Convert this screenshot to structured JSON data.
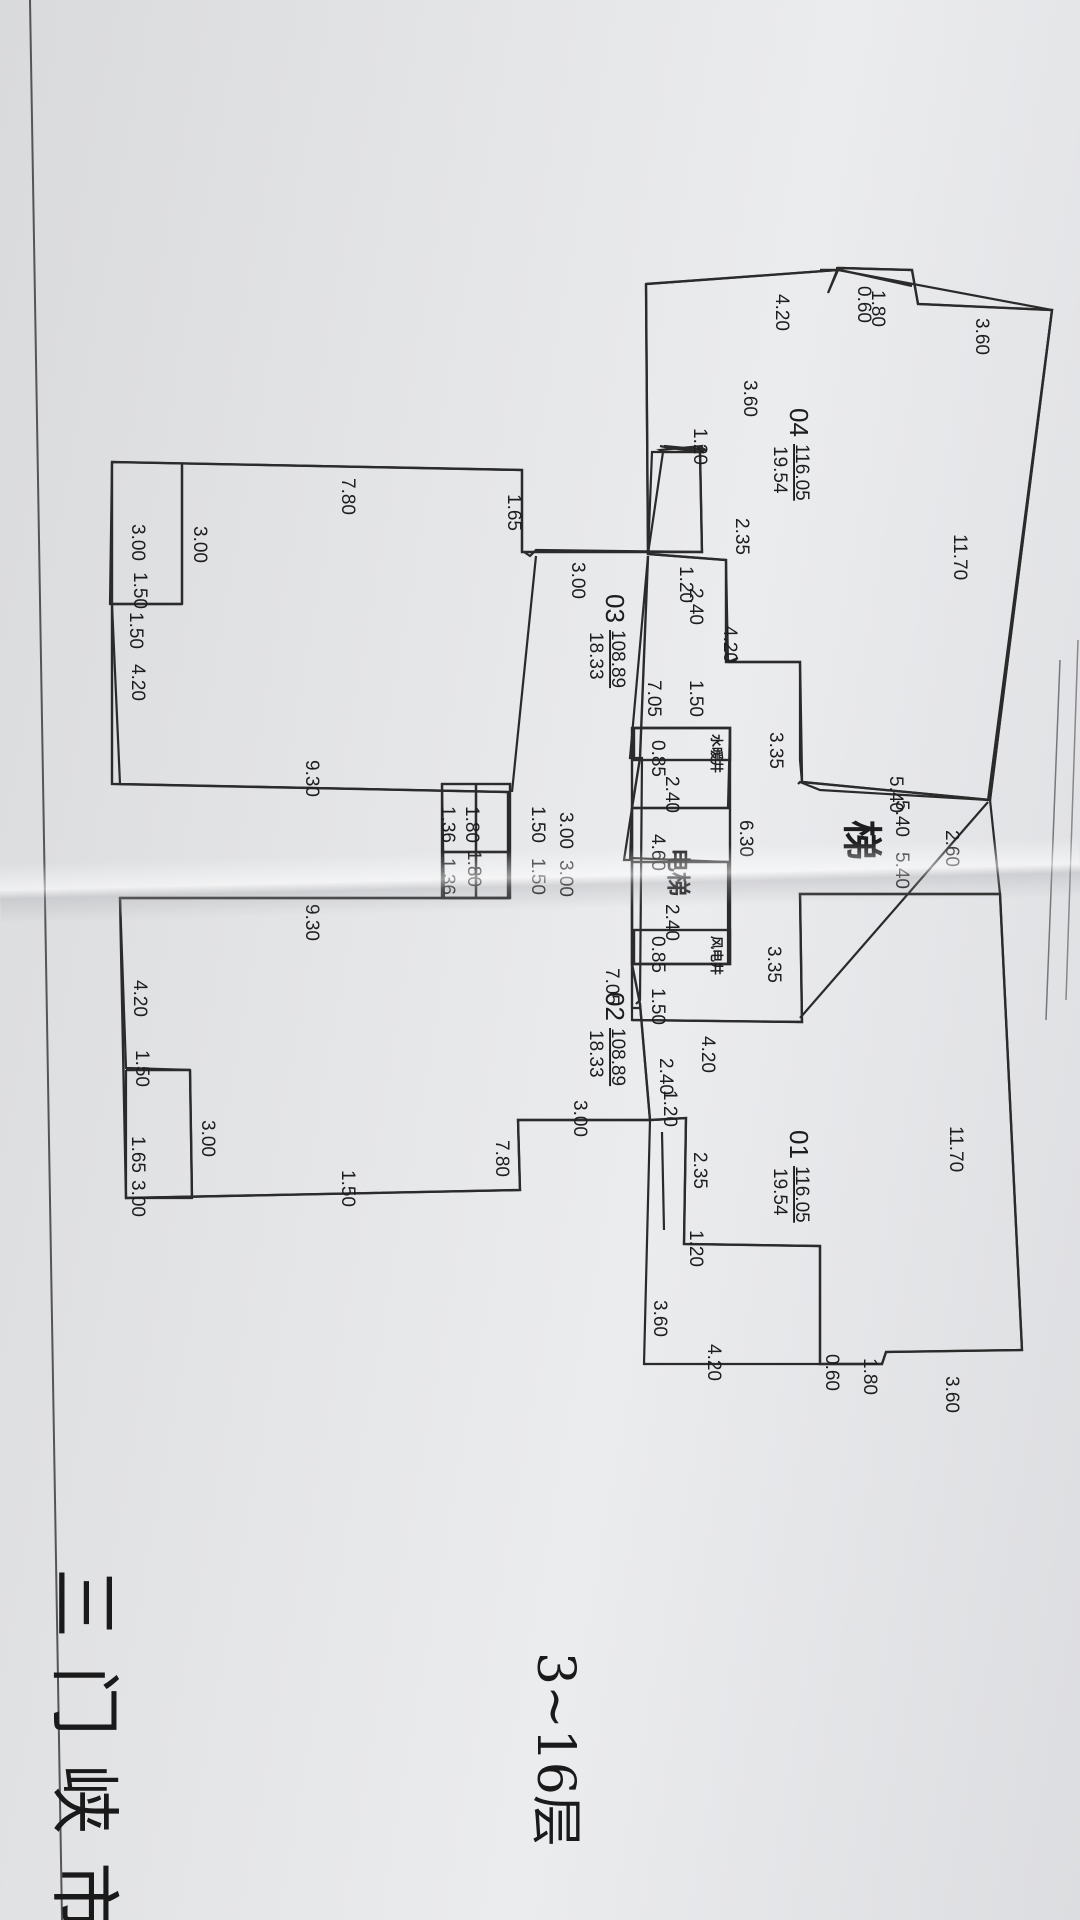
{
  "floor_label": "3~16层",
  "footer_text": "三门峡市",
  "elevator_label": "电梯",
  "stair_label": "梯",
  "water_shaft_label": "水暖井",
  "wind_shaft_label": "风电井",
  "units": [
    {
      "id": "04",
      "area": "116.05",
      "shared": "19.54"
    },
    {
      "id": "03",
      "area": "108.89",
      "shared": "18.33"
    },
    {
      "id": "02",
      "area": "108.89",
      "shared": "18.33"
    },
    {
      "id": "01",
      "area": "116.05",
      "shared": "19.54"
    }
  ],
  "dimensions": {
    "u04": [
      "0.60",
      "1.80",
      "3.60",
      "4.20",
      "3.60",
      "1.20",
      "2.35",
      "11.70",
      "1.20",
      "2.40",
      "4.20",
      "3.35",
      "5.40",
      "1.50",
      "7.05"
    ],
    "u03": [
      "7.80",
      "1.65",
      "3.00",
      "3.00",
      "3.00",
      "1.50",
      "1.50",
      "4.20",
      "9.30",
      "1.80",
      "1.36",
      "1.50",
      "3.00"
    ],
    "core": [
      "0.85",
      "2.40",
      "4.60",
      "6.30",
      "2.60",
      "5.40",
      "5.40",
      "2.40",
      "0.85",
      "3.35"
    ],
    "u02": [
      "1.80",
      "1.36",
      "1.50",
      "3.00",
      "9.30",
      "4.20",
      "1.50",
      "7.05",
      "1.50",
      "3.00",
      "3.00",
      "1.65",
      "7.80",
      "1.50",
      "3.00"
    ],
    "u01": [
      "4.20",
      "2.40",
      "1.20",
      "2.35",
      "11.70",
      "1.20",
      "3.60",
      "4.20",
      "0.60",
      "1.80",
      "3.60"
    ]
  }
}
